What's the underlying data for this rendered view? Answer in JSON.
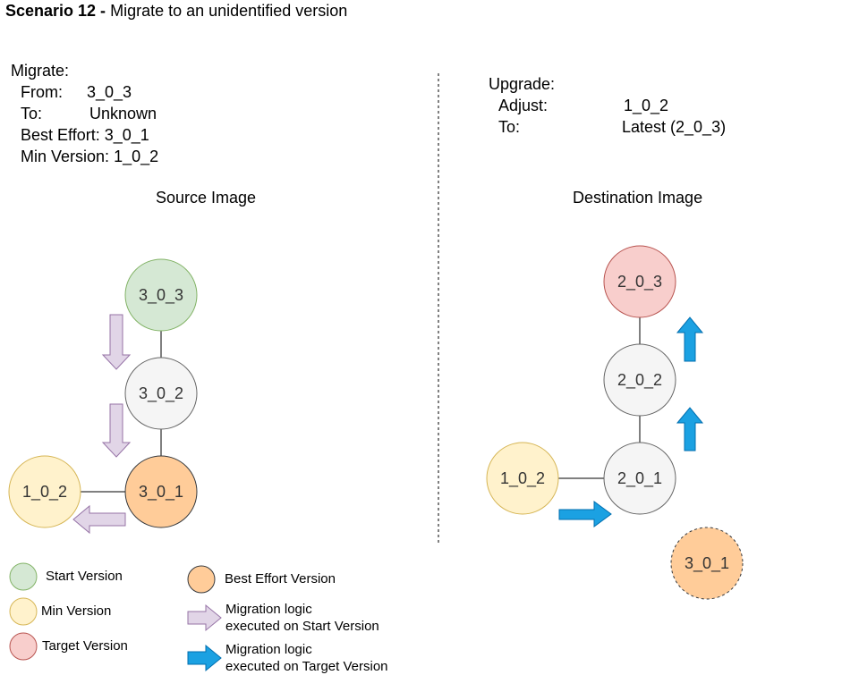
{
  "title": {
    "bold": "Scenario 12 -",
    "text": "Migrate to an unidentified version"
  },
  "migrate": {
    "heading": "Migrate:",
    "from_label": "From:",
    "from_value": "3_0_3",
    "to_label": "To:",
    "to_value": "Unknown",
    "best_effort_label": "Best Effort:",
    "best_effort_value": "3_0_1",
    "min_version_label": "Min Version:",
    "min_version_value": "1_0_2"
  },
  "upgrade": {
    "heading": "Upgrade:",
    "adjust_label": "Adjust:",
    "adjust_value": "1_0_2",
    "to_label": "To:",
    "to_value": "Latest (2_0_3)"
  },
  "source": {
    "heading": "Source Image",
    "nodes": [
      "3_0_3",
      "3_0_2",
      "3_0_1",
      "1_0_2"
    ]
  },
  "destination": {
    "heading": "Destination Image",
    "nodes": [
      "2_0_3",
      "2_0_2",
      "2_0_1",
      "1_0_2",
      "3_0_1"
    ]
  },
  "legend": {
    "start": "Start Version",
    "min": "Min Version",
    "target": "Target Version",
    "best_effort": "Best Effort Version",
    "start_logic_line1": "Migration logic",
    "start_logic_line2": "executed on Start Version",
    "target_logic_line1": "Migration logic",
    "target_logic_line2": "executed on Target Version"
  },
  "colors": {
    "start_fill": "#d5e8d4",
    "start_stroke": "#82b366",
    "neutral_fill": "#f5f5f5",
    "neutral_stroke": "#666666",
    "best_effort_fill": "#ffcc99",
    "best_effort_stroke": "#36393d",
    "min_fill": "#fff2cc",
    "min_stroke": "#d6b656",
    "target_fill": "#f8cecc",
    "target_stroke": "#b85450",
    "start_arrow_fill": "#e1d5e7",
    "start_arrow_stroke": "#9673a6",
    "target_arrow_fill": "#1ba1e2",
    "target_arrow_stroke": "#006eaf"
  }
}
